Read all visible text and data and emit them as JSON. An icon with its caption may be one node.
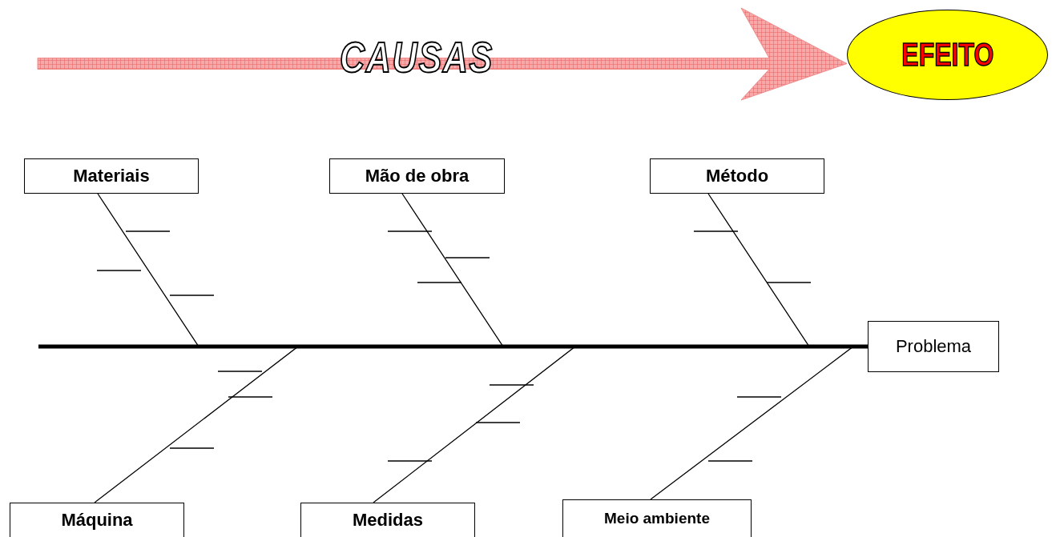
{
  "diagram": {
    "nodes": [
      {
        "text": [
          "EFEITO"
        ]
      },
      {
        "text": [
          "Materiais"
        ]
      },
      {
        "text": [
          "Mão de obra"
        ]
      },
      {
        "text": [
          "Método"
        ]
      },
      {
        "text": [
          "Problema"
        ]
      },
      {
        "text": [
          "Máquina"
        ]
      },
      {
        "text": [
          "Medidas"
        ]
      },
      {
        "text": [
          "Meio ambiente"
        ]
      }
    ],
    "edges": [
      {
        "from": null,
        "to": 0,
        "arrow": "to",
        "label": "CAUSAS",
        "style": "thick",
        "color": "#f08c8c"
      },
      {
        "from": null,
        "to": 4,
        "arrow": "none",
        "style": "thick"
      },
      {
        "from": 1,
        "to": 4,
        "arrow": "none"
      },
      {
        "from": 2,
        "to": 4,
        "arrow": "none"
      },
      {
        "from": 3,
        "to": 4,
        "arrow": "none"
      },
      {
        "from": 5,
        "to": 4,
        "arrow": "none"
      },
      {
        "from": 6,
        "to": 4,
        "arrow": "none"
      },
      {
        "from": 7,
        "to": 4,
        "arrow": "none"
      }
    ]
  }
}
